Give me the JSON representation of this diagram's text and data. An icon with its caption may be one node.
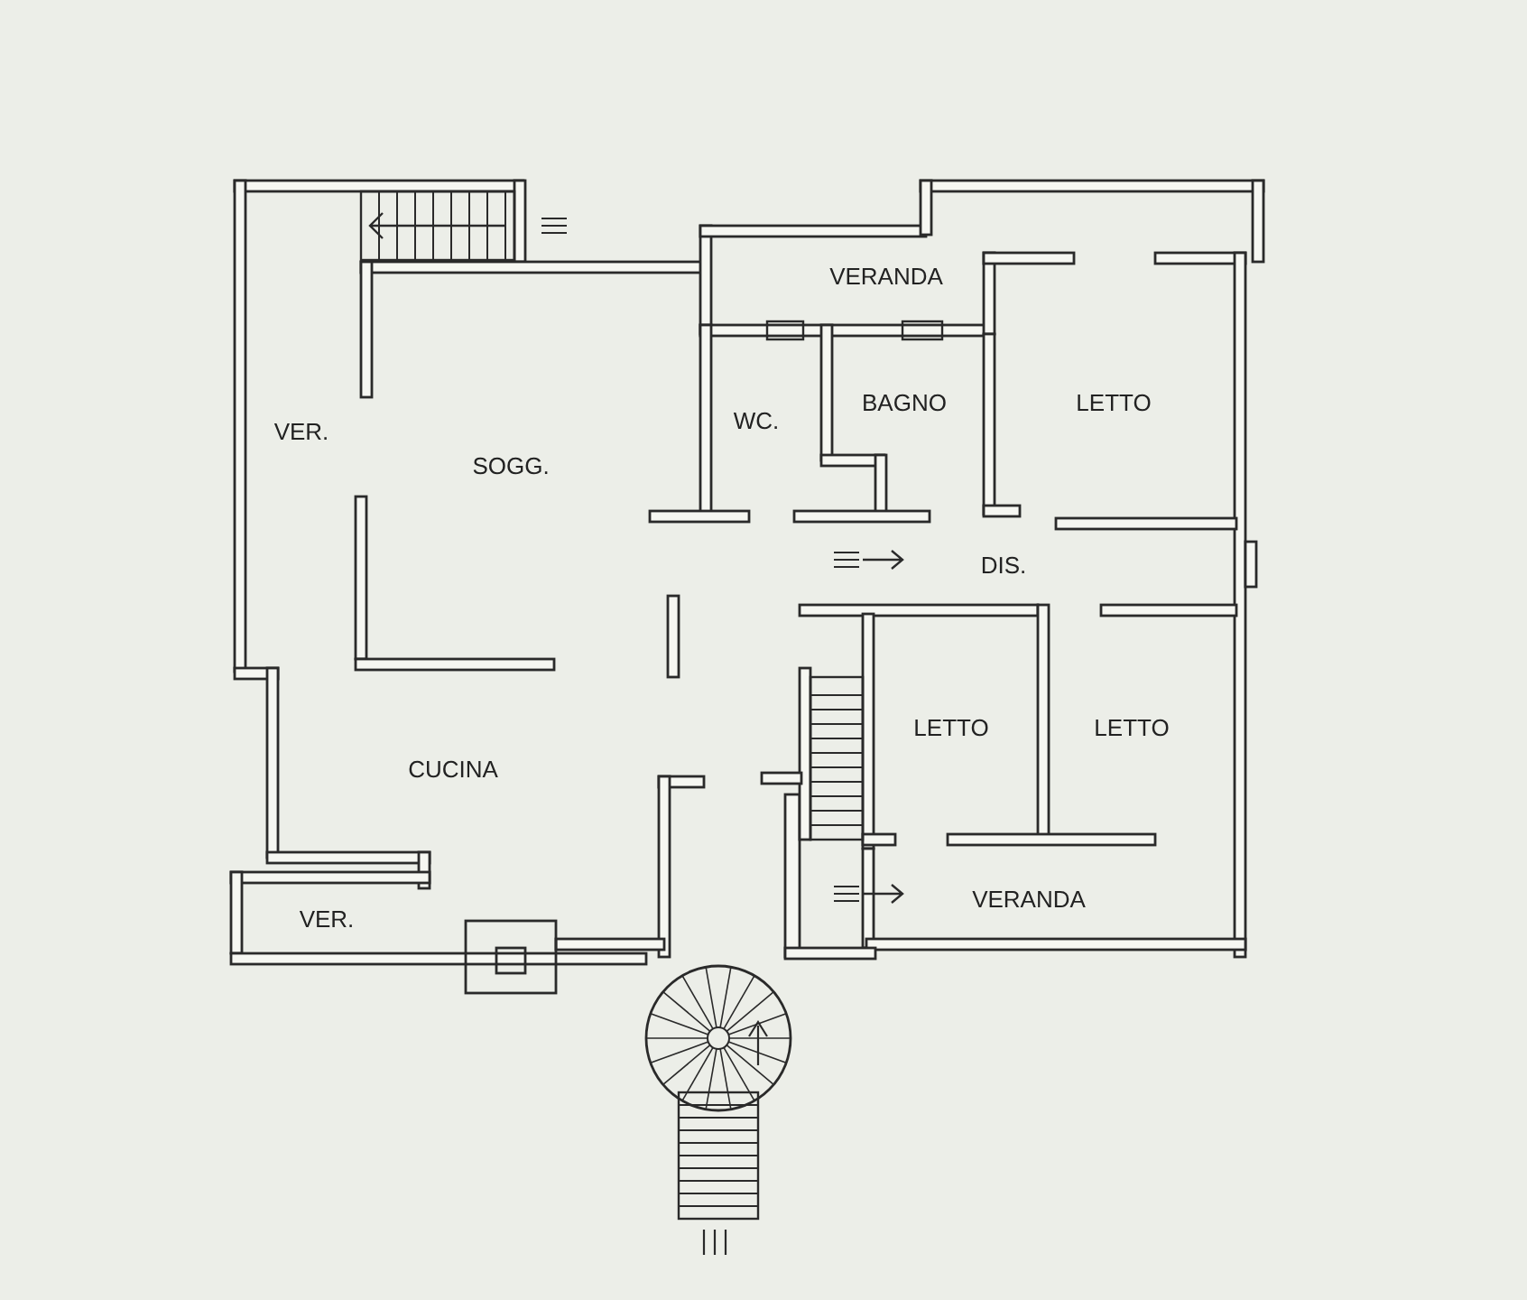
{
  "diagram": {
    "labels": [
      "VERANDA",
      "BAGNO",
      "LETTO",
      "WC.",
      "VER.",
      "SOGG.",
      "DIS.",
      "LETTO",
      "LETTO",
      "CUCINA",
      "VERANDA",
      "VER."
    ]
  }
}
